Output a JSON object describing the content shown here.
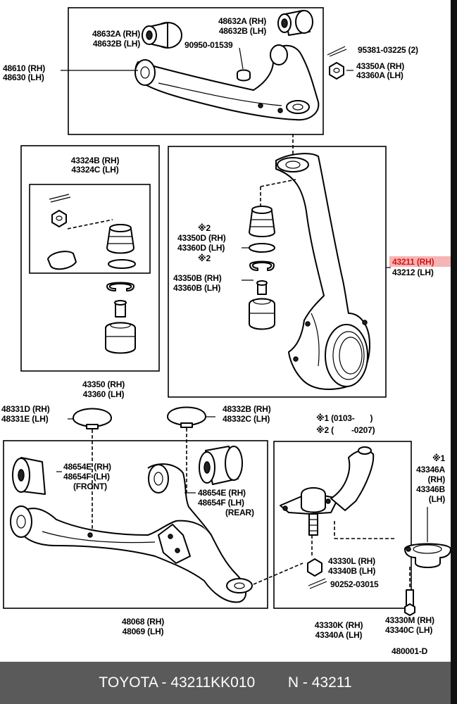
{
  "labels": {
    "l48632_top_a": "48632A (RH)",
    "l48632_top_b": "48632B (LH)",
    "l48632_left_a": "48632A (RH)",
    "l48632_left_b": "48632B (LH)",
    "l90950": "90950-01539",
    "l95381": "95381-03225 (2)",
    "l43350a": "43350A (RH)",
    "l43360a": "43360A (LH)",
    "l48610": "48610 (RH)",
    "l48630": "48630 (LH)",
    "l43324b": "43324B (RH)",
    "l43324c": "43324C (LH)",
    "l_note2a": "※2",
    "l43350d": "43350D (RH)",
    "l43360d": "43360D (LH)",
    "l_note2b": "※2",
    "l43350b": "43350B (RH)",
    "l43360b": "43360B (LH)",
    "l43211": "43211 (RH)",
    "l43212": "43212 (LH)",
    "l43350": "43350 (RH)",
    "l43360": "43360 (LH)",
    "l48331d": "48331D (RH)",
    "l48331e": "48331E (LH)",
    "l48332b": "48332B (RH)",
    "l48332c": "48332C (LH)",
    "l_note1_range": "※1 (0103-       )",
    "l_note2_range": "※2 (        -0207)",
    "l48654e_front": "48654E (RH)",
    "l48654f_front": "48654F (LH)",
    "l_front": "(FRONT)",
    "l48654e_rear": "48654E (RH)",
    "l48654f_rear": "48654F (LH)",
    "l_rear": "(REAR)",
    "l_note1c": "※1",
    "l43346a": "43346A",
    "l_rh_a": "(RH)",
    "l43346b": "43346B",
    "l_lh_b": "(LH)",
    "l43330l": "43330L (RH)",
    "l43340b": "43340B (LH)",
    "l90252": "90252-03015",
    "l48068": "48068 (RH)",
    "l48069": "48069 (LH)",
    "l43330k": "43330K (RH)",
    "l43340a": "43340A (LH)",
    "l43330m": "43330M (RH)",
    "l43340c": "43340C (LH)",
    "l480001": "480001-D"
  },
  "footer": {
    "text": "TOYOTA - 43211KK010        N - 43211"
  },
  "colors": {
    "highlight_bg": "#f6b4b4",
    "highlight_text": "#d41414",
    "footer_bg": "#5a5a5a",
    "footer_text": "#ffffff"
  }
}
